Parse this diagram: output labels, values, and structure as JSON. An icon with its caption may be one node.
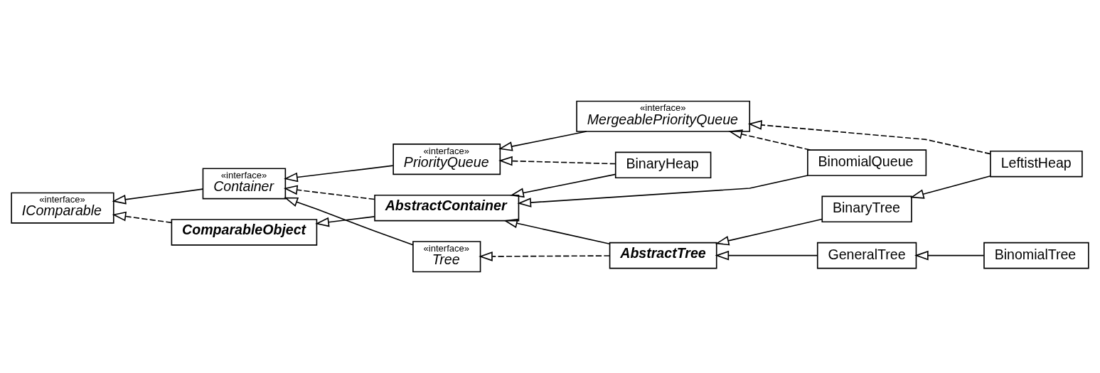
{
  "diagram": {
    "nodes": [
      {
        "text": [
          "«interface»",
          "IComparable"
        ]
      },
      {
        "text": [
          "«interface»",
          "Container"
        ]
      },
      {
        "text": [
          "«interface»",
          "PriorityQueue"
        ]
      },
      {
        "text": [
          "«interface»",
          "MergeablePriorityQueue"
        ]
      },
      {
        "text": [
          "«interface»",
          "Tree"
        ]
      },
      {
        "text": [
          "ComparableObject"
        ]
      },
      {
        "text": [
          "AbstractContainer"
        ]
      },
      {
        "text": [
          "BinaryHeap"
        ]
      },
      {
        "text": [
          "BinomialQueue"
        ]
      },
      {
        "text": [
          "AbstractTree"
        ]
      },
      {
        "text": [
          "GeneralTree"
        ]
      },
      {
        "text": [
          "BinomialTree"
        ]
      },
      {
        "text": [
          "BinaryTree"
        ]
      },
      {
        "text": [
          "LeftistHeap"
        ]
      }
    ],
    "edges": [
      {
        "from": 1,
        "to": 0,
        "arrow": "to"
      },
      {
        "from": 5,
        "to": 0,
        "arrow": "to",
        "style": "dashed"
      },
      {
        "from": 2,
        "to": 1,
        "arrow": "to"
      },
      {
        "from": 4,
        "to": 1,
        "arrow": "to"
      },
      {
        "from": 3,
        "to": 2,
        "arrow": "to"
      },
      {
        "from": 6,
        "to": 1,
        "arrow": "to",
        "style": "dashed"
      },
      {
        "from": 6,
        "to": 5,
        "arrow": "to"
      },
      {
        "from": 7,
        "to": 2,
        "arrow": "to",
        "style": "dashed"
      },
      {
        "from": 7,
        "to": 6,
        "arrow": "to"
      },
      {
        "from": 8,
        "to": 3,
        "arrow": "to",
        "style": "dashed"
      },
      {
        "from": 8,
        "to": 6,
        "arrow": "to"
      },
      {
        "from": 9,
        "to": 4,
        "arrow": "to",
        "style": "dashed"
      },
      {
        "from": 9,
        "to": 6,
        "arrow": "to"
      },
      {
        "from": 10,
        "to": 9,
        "arrow": "to"
      },
      {
        "from": 11,
        "to": 10,
        "arrow": "to"
      },
      {
        "from": 12,
        "to": 9,
        "arrow": "to"
      },
      {
        "from": 13,
        "to": 12,
        "arrow": "to"
      },
      {
        "from": 13,
        "to": 3,
        "arrow": "to",
        "style": "dashed"
      }
    ]
  }
}
